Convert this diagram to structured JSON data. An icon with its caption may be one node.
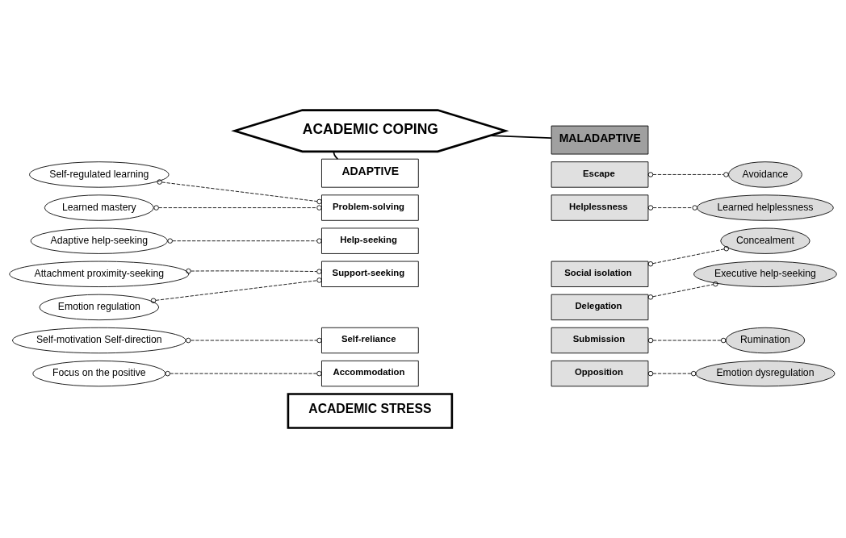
{
  "diagram": {
    "nodes": [
      {
        "text": [
          "ACADEMIC COPING"
        ]
      },
      {
        "text": [
          "Self-regulated learning"
        ]
      },
      {
        "text": [
          "Learned mastery"
        ]
      },
      {
        "text": [
          "Adaptive help-seeking"
        ]
      },
      {
        "text": [
          "Attachment proximity-seeking"
        ]
      },
      {
        "text": [
          "Emotion regulation"
        ]
      },
      {
        "text": [
          "Self-motivation Self-direction"
        ]
      },
      {
        "text": [
          "Focus on the positive"
        ]
      },
      {
        "text": [
          "ADAPTIVE"
        ]
      },
      {
        "text": [
          "Problem-solving"
        ]
      },
      {
        "text": [
          "Help-seeking"
        ]
      },
      {
        "text": [
          "Support-seeking"
        ]
      },
      {
        "text": [
          "Self-reliance"
        ]
      },
      {
        "text": [
          "Accommodation"
        ]
      },
      {
        "text": [
          "MALADAPTIVE"
        ]
      },
      {
        "text": [
          "Escape"
        ]
      },
      {
        "text": [
          "Helplessness"
        ]
      },
      {
        "text": [
          "Social isolation"
        ]
      },
      {
        "text": [
          "Delegation"
        ]
      },
      {
        "text": [
          "Submission"
        ]
      },
      {
        "text": [
          "Opposition"
        ]
      },
      {
        "text": [
          "ACADEMIC STRESS"
        ]
      },
      {
        "text": [
          "Avoidance"
        ]
      },
      {
        "text": [
          "Learned helplessness"
        ]
      },
      {
        "text": [
          "Concealment"
        ]
      },
      {
        "text": [
          "Executive help-seeking"
        ]
      },
      {
        "text": [
          "Rumination"
        ]
      },
      {
        "text": [
          "Emotion dysregulation"
        ]
      }
    ],
    "edges": [
      {
        "from": 0,
        "to": 8,
        "arrow": "none"
      },
      {
        "from": 0,
        "to": 14,
        "arrow": "none"
      },
      {
        "from": 1,
        "to": 9,
        "arrow": "other",
        "style": "dashed"
      },
      {
        "from": 2,
        "to": 9,
        "arrow": "other",
        "style": "dashed"
      },
      {
        "from": 3,
        "to": 10,
        "arrow": "other",
        "style": "dashed"
      },
      {
        "from": 4,
        "to": 11,
        "arrow": "other",
        "style": "dashed"
      },
      {
        "from": 5,
        "to": 11,
        "arrow": "other",
        "style": "dashed"
      },
      {
        "from": 6,
        "to": 12,
        "arrow": "other",
        "style": "dashed"
      },
      {
        "from": 7,
        "to": 13,
        "arrow": "other",
        "style": "dashed"
      },
      {
        "from": 15,
        "to": 22,
        "arrow": "other",
        "style": "dashed"
      },
      {
        "from": 16,
        "to": 23,
        "arrow": "other",
        "style": "dashed"
      },
      {
        "from": 17,
        "to": 24,
        "arrow": "other",
        "style": "dashed"
      },
      {
        "from": 18,
        "to": 25,
        "arrow": "other",
        "style": "dashed"
      },
      {
        "from": 19,
        "to": 26,
        "arrow": "other",
        "style": "dashed"
      },
      {
        "from": 20,
        "to": 27,
        "arrow": "other",
        "style": "dashed"
      }
    ]
  }
}
